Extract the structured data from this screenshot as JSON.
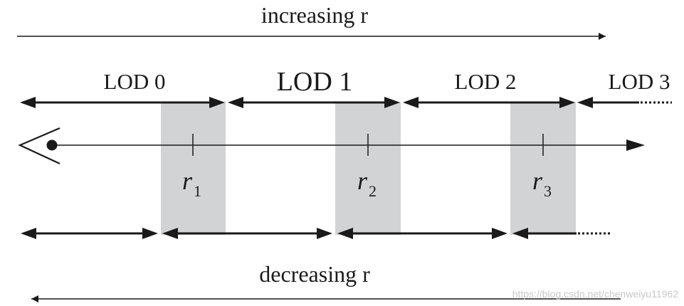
{
  "top_label": "increasing r",
  "bottom_label": "decreasing r",
  "lod_labels": [
    "LOD 0",
    "LOD 1",
    "LOD 2",
    "LOD 3"
  ],
  "thresholds": [
    {
      "symbol": "r",
      "subscript": "1"
    },
    {
      "symbol": "r",
      "subscript": "2"
    },
    {
      "symbol": "r",
      "subscript": "3"
    }
  ],
  "watermark": "https://blog.csdn.net/chenweiyu11962",
  "colors": {
    "ink": "#1a1a1a",
    "band": "#d2d3d5",
    "watermark": "#c8c8c8"
  },
  "icons": [
    "eye-icon"
  ]
}
